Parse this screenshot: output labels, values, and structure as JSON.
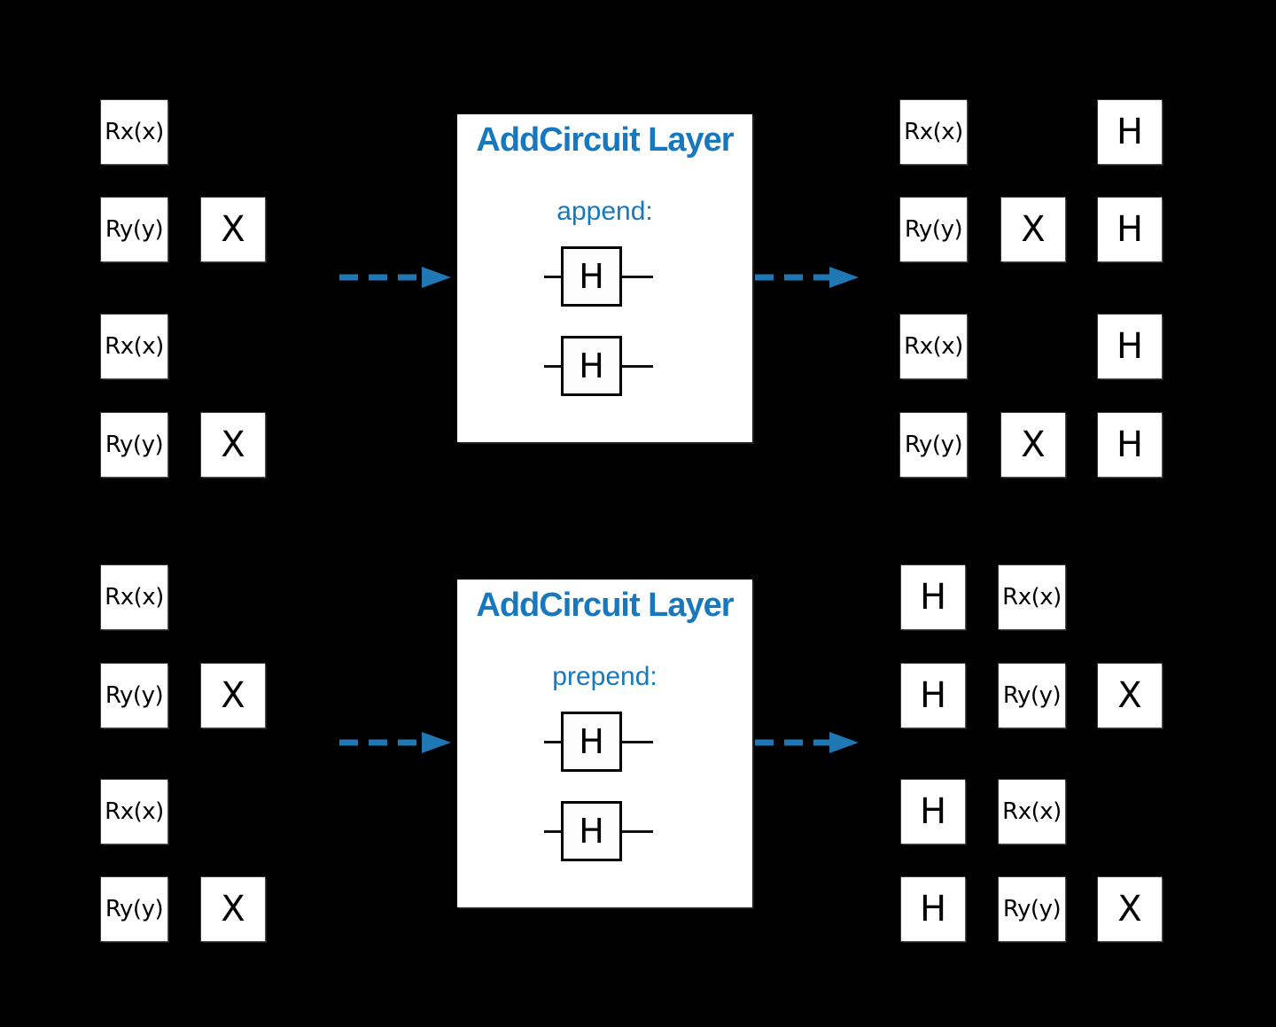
{
  "colors": {
    "background": "#000000",
    "box_fill": "#ffffff",
    "gate_text": "#000000",
    "accent_title": "#1878be",
    "accent_arrow": "#1f77b4",
    "wire": "#111111"
  },
  "panels": [
    {
      "title": "AddCircuit Layer",
      "mode_label": "append:",
      "gates": [
        "H",
        "H"
      ]
    },
    {
      "title": "AddCircuit Layer",
      "mode_label": "prepend:",
      "gates": [
        "H",
        "H"
      ]
    }
  ],
  "circuits": {
    "top_input": {
      "rows": [
        [
          "Rx(x)"
        ],
        [
          "Ry(y)",
          "X"
        ],
        [
          "Rx(x)"
        ],
        [
          "Ry(y)",
          "X"
        ]
      ]
    },
    "top_output": {
      "rows": [
        [
          "Rx(x)",
          "",
          "H"
        ],
        [
          "Ry(y)",
          "X",
          "H"
        ],
        [
          "Rx(x)",
          "",
          "H"
        ],
        [
          "Ry(y)",
          "X",
          "H"
        ]
      ]
    },
    "bottom_input": {
      "rows": [
        [
          "Rx(x)"
        ],
        [
          "Ry(y)",
          "X"
        ],
        [
          "Rx(x)"
        ],
        [
          "Ry(y)",
          "X"
        ]
      ]
    },
    "bottom_output": {
      "rows": [
        [
          "H",
          "Rx(x)"
        ],
        [
          "H",
          "Ry(y)",
          "X"
        ],
        [
          "H",
          "Rx(x)"
        ],
        [
          "H",
          "Ry(y)",
          "X"
        ]
      ]
    }
  },
  "arrows": [
    {
      "name": "top-input-to-layer",
      "style": "dashed",
      "direction": "right"
    },
    {
      "name": "top-layer-to-output",
      "style": "dashed",
      "direction": "right"
    },
    {
      "name": "bottom-input-to-layer",
      "style": "dashed",
      "direction": "right"
    },
    {
      "name": "bottom-layer-to-output",
      "style": "dashed",
      "direction": "right"
    }
  ]
}
